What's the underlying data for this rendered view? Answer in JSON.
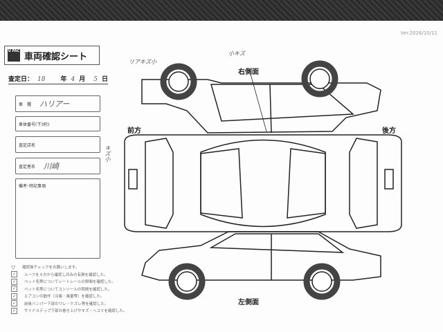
{
  "version": "Ver.2026/10/11",
  "logo_text": "U PAC",
  "title": "車両確認シート",
  "date": {
    "label": "査定日：",
    "year": "18",
    "year_unit": "年",
    "month": "4",
    "month_unit": "月",
    "day": "5",
    "day_unit": "日"
  },
  "fields": [
    {
      "label": "車　種",
      "value": "ハリアー"
    },
    {
      "label": "車体番号(下3桁)",
      "value": ""
    },
    {
      "label": "査定店名",
      "value": ""
    },
    {
      "label": "査定者名",
      "value": "川崎"
    },
    {
      "label": "備考･特記事項",
      "value": ""
    }
  ],
  "handwritten_notes": [
    "リアキズ小",
    "小キズ",
    "キズ小"
  ],
  "view_labels": {
    "right": "右側面",
    "front": "前方",
    "rear": "後方",
    "left": "左側面"
  },
  "checklist": {
    "intro": "確認後チェックをお願いします。",
    "items": [
      {
        "text": "ルーフを４方から確認し凹みの有無を確認した。",
        "checked": true
      },
      {
        "text": "ペット毛等についてシートレールの隙間を確認した。",
        "checked": true
      },
      {
        "text": "ペット毛等についてコンソールの隙間を確認した。",
        "checked": true
      },
      {
        "text": "エアコンの動作（冷風・風量等）を確認した。",
        "checked": true
      },
      {
        "text": "前後バンパー下部のワレ・ケズレ等を確認した。",
        "checked": true
      },
      {
        "text": "サイドステップ下部の巻き上げやキズ・ヘコミを確認した。",
        "checked": true
      }
    ]
  }
}
